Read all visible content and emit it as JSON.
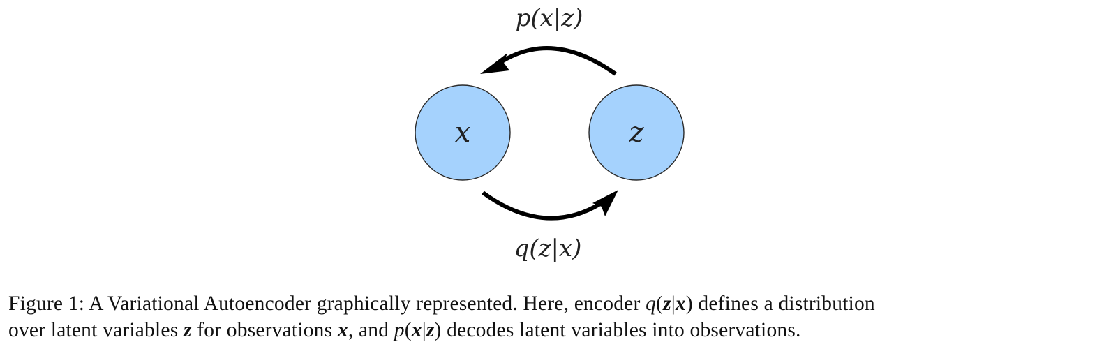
{
  "diagram": {
    "nodes": [
      {
        "id": "x",
        "label": "x"
      },
      {
        "id": "z",
        "label": "z"
      }
    ],
    "edges": [
      {
        "from": "z",
        "to": "x",
        "label": "p(x|z)"
      },
      {
        "from": "x",
        "to": "z",
        "label": "q(z|x)"
      }
    ],
    "colors": {
      "node_fill": "#a5d2fd",
      "node_stroke": "#2a2a2a",
      "arrow": "#000000"
    }
  },
  "caption": {
    "line1": {
      "part1": "Figure 1:  A Variational Autoencoder graphically represented.  Here, encoder ",
      "q": "q",
      "open": "(",
      "z": "z",
      "bar": "|",
      "x": "x",
      "close": ")",
      "part2": " defines a distribution"
    },
    "line2": {
      "part1": "over latent variables ",
      "z": "z",
      "part2": " for observations ",
      "x": "x",
      "part3": ", and ",
      "p": "p",
      "open": "(",
      "x2": "x",
      "bar": "|",
      "z2": "z",
      "close": ")",
      "part4": " decodes latent variables into observations."
    }
  }
}
